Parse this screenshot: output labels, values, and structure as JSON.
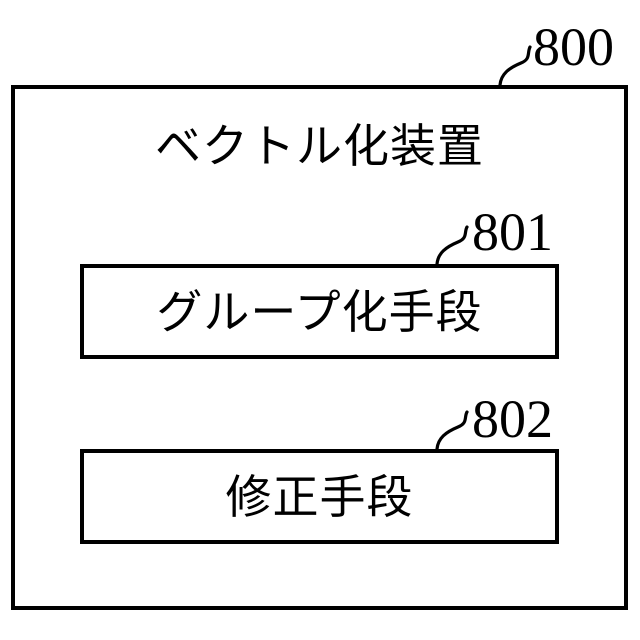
{
  "figure": {
    "type": "patent-block-diagram",
    "background_color": "#ffffff",
    "line_color": "#000000",
    "apparatus": {
      "ref_number": "800",
      "title": "ベクトル化装置"
    },
    "components": [
      {
        "ref_number": "801",
        "label": "グループ化手段"
      },
      {
        "ref_number": "802",
        "label": "修正手段"
      }
    ]
  }
}
